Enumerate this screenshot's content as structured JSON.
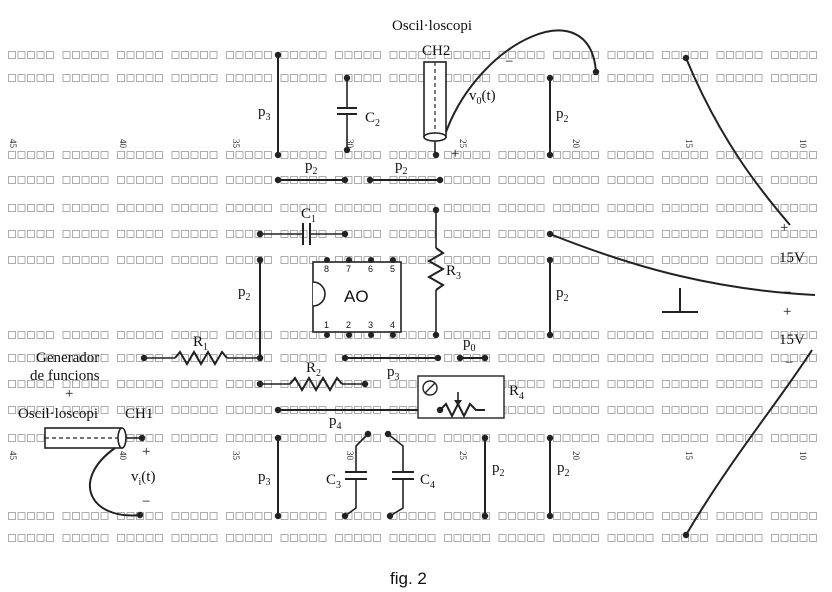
{
  "labels": {
    "osc_top": "Oscil·loscopi",
    "ch2": "CH2",
    "v0": "v",
    "v0_sub": "0",
    "v0_arg": "(t)",
    "p3_top": "p",
    "p3_top_sub": "3",
    "c2": "C",
    "c2_sub": "2",
    "p2_top_right": "p",
    "p2_top_right_sub": "2",
    "p2_a": "p",
    "p2_a_sub": "2",
    "p2_b": "p",
    "p2_b_sub": "2",
    "c1": "C",
    "c1_sub": "1",
    "r3": "R",
    "r3_sub": "3",
    "ao": "AO",
    "pins_top": [
      "8",
      "7",
      "6",
      "5"
    ],
    "pins_bottom": [
      "1",
      "2",
      "3",
      "4"
    ],
    "p2_left": "p",
    "p2_left_sub": "2",
    "p2_mid_right": "p",
    "p2_mid_right_sub": "2",
    "plus_15v_sign": "+",
    "v15_upper": "15V",
    "minus_sign": "−",
    "plus_sign2": "+",
    "v15_lower": "15V",
    "minus_sign2": "−",
    "r1": "R",
    "r1_sub": "1",
    "r2": "R",
    "r2_sub": "2",
    "p0": "p",
    "p0_sub": "0",
    "p3_mid": "p",
    "p3_mid_sub": "3",
    "r4": "R",
    "r4_sub": "4",
    "p4": "p",
    "p4_sub": "4",
    "gen1": "Generador",
    "gen2": "de funcions",
    "gen_plus": "+",
    "osc_left": "Oscil·loscopi",
    "ch1": "CH1",
    "vi": "v",
    "vi_sub": "i",
    "vi_arg": "(t)",
    "in_plus": "+",
    "in_minus": "−",
    "p3_bot": "p",
    "p3_bot_sub": "3",
    "c3": "C",
    "c3_sub": "3",
    "c4": "C",
    "c4_sub": "4",
    "p2_bot_a": "p",
    "p2_bot_a_sub": "2",
    "p2_bot_b": "p",
    "p2_bot_b_sub": "2",
    "out_plus": "+",
    "out_minus": "−",
    "caption": "fig. 2"
  },
  "column_numbers_top": [
    "45",
    "40",
    "35",
    "30",
    "25",
    "20",
    "15",
    "10"
  ],
  "column_numbers_bottom": [
    "45",
    "40",
    "35",
    "30",
    "25",
    "20",
    "15",
    "10"
  ]
}
